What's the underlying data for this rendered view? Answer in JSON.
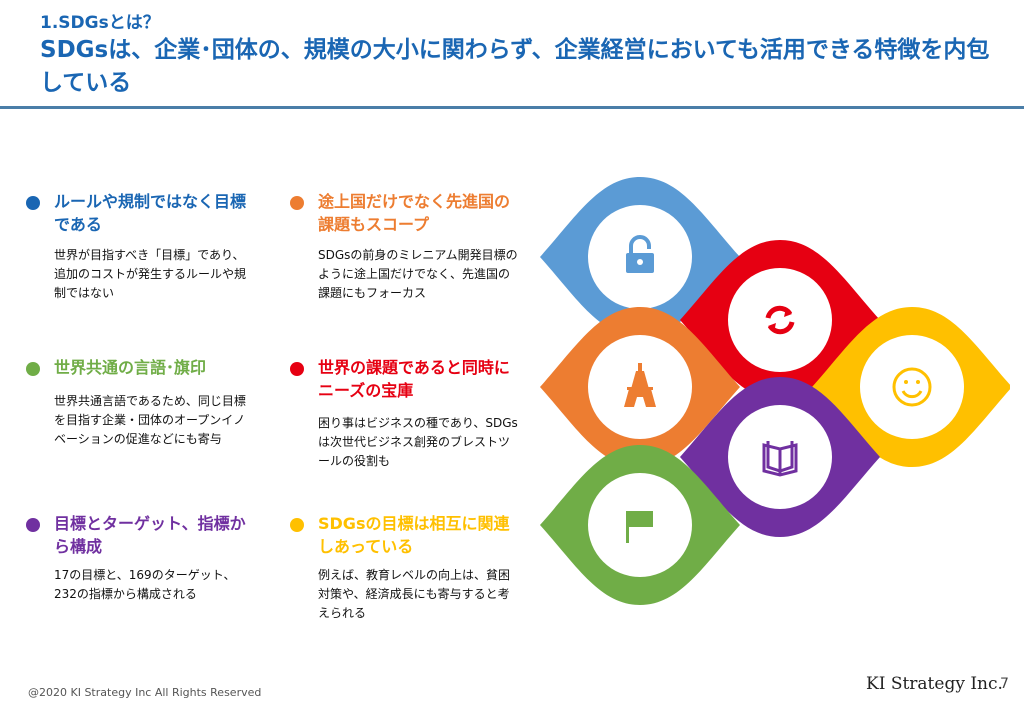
{
  "header": {
    "section": "1.SDGsとは？",
    "title": "SDGsは、企業･団体の、規模の大小に関わらず、企業経営においても活用できる特徴を内包している"
  },
  "features": [
    {
      "title": "ルールや規制ではなく目標である",
      "desc": "世界が目指すべき「目標」であり、追加のコストが発生するルールや規制ではない",
      "color": "#1a66b3"
    },
    {
      "title": "途上国だけでなく先進国の課題もスコープ",
      "desc": "SDGsの前身のミレニアム開発目標のように途上国だけでなく、先進国の課題にもフォーカス",
      "color": "#ed7d31"
    },
    {
      "title": "世界共通の言語･旗印",
      "desc": "世界共通言語であるため、同じ目標を目指す企業・団体のオープンイノベーションの促進などにも寄与",
      "color": "#70ad47"
    },
    {
      "title": "世界の課題であると同時にニーズの宝庫",
      "desc": "困り事はビジネスの種であり、SDGsは次世代ビジネス創発のブレストツールの役割も",
      "color": "#e60012"
    },
    {
      "title": "目標とターゲット、指標から構成",
      "desc": "17の目標と、169のターゲット、232の指標から構成される",
      "color": "#7030a0"
    },
    {
      "title": "SDGsの目標は相互に関連しあっている",
      "desc": "例えば、教育レベルの向上は、貧困対策や、経済成長にも寄与すると考えられる",
      "color": "#ffc000"
    }
  ],
  "graphic": {
    "shapes": [
      {
        "color": "#5b9bd5",
        "icon": "lock-icon"
      },
      {
        "color": "#e60012",
        "icon": "refresh-icon"
      },
      {
        "color": "#ed7d31",
        "icon": "tower-icon"
      },
      {
        "color": "#ffc000",
        "icon": "smiley-icon"
      },
      {
        "color": "#7030a0",
        "icon": "book-icon"
      },
      {
        "color": "#70ad47",
        "icon": "flag-icon"
      }
    ]
  },
  "footer": {
    "copyright": "@2020 KI Strategy Inc  All Rights Reserved",
    "brand": "KI Strategy Inc.",
    "page": "7"
  }
}
